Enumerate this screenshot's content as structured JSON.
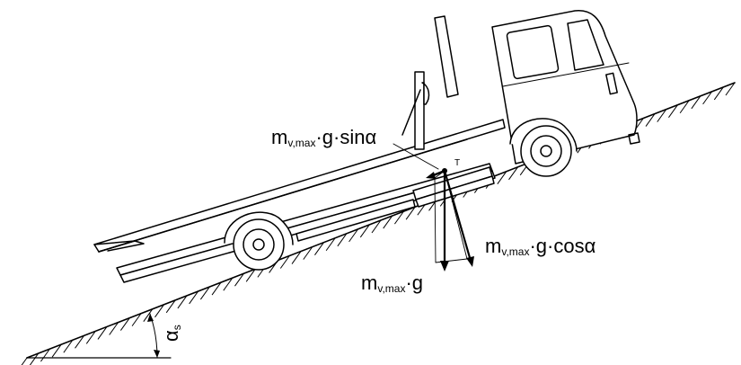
{
  "labels": {
    "force_sin": {
      "m": "m",
      "sub": "v,max",
      "rest": "·g·sinα"
    },
    "force_cos": {
      "m": "m",
      "sub": "v,max",
      "rest": "·g·cosα"
    },
    "force_g": {
      "m": "m",
      "sub": "v,max",
      "rest": "·g"
    },
    "center_point": "T",
    "slope_angle": {
      "main": "α",
      "sub": "s"
    }
  },
  "colors": {
    "line": "#000000",
    "background": "#ffffff"
  }
}
